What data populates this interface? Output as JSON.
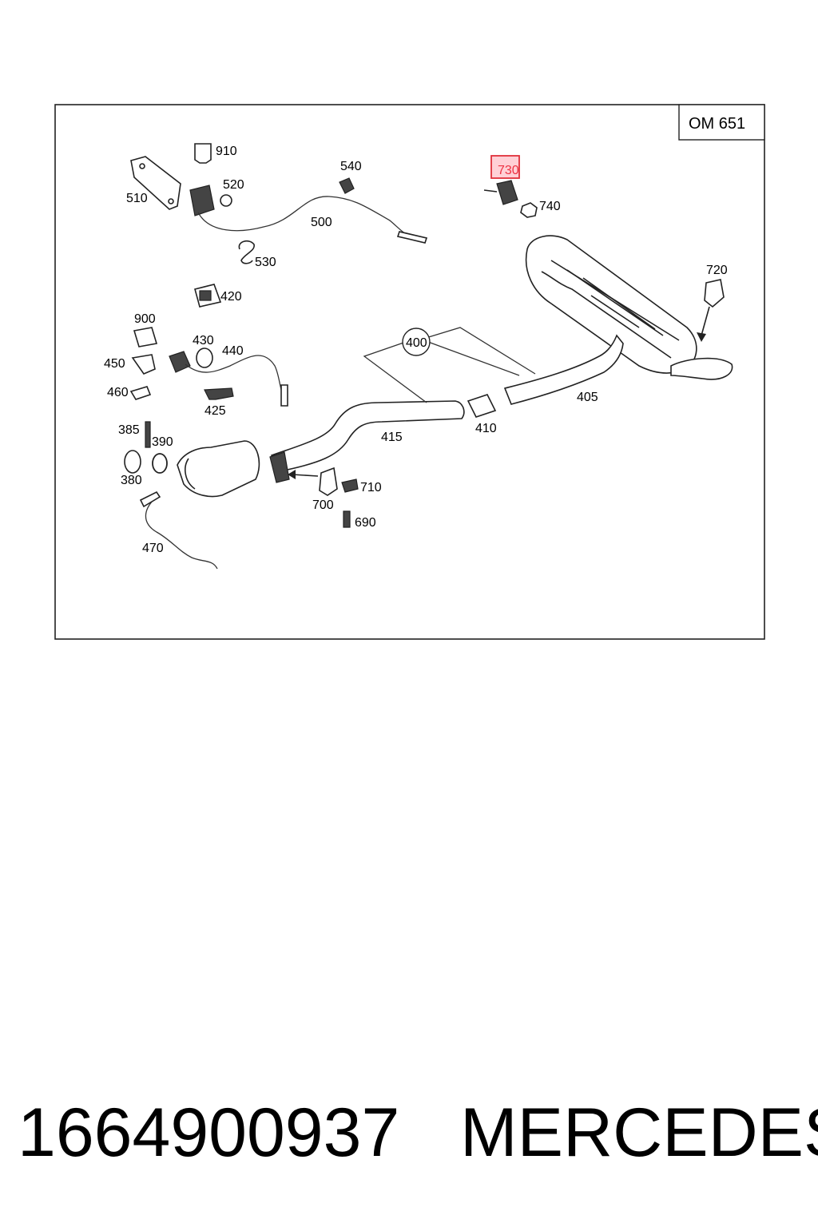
{
  "engine_label": "OM 651",
  "highlighted_label": "730",
  "callouts": {
    "c910": "910",
    "c520": "520",
    "c540": "540",
    "c510": "510",
    "c500": "500",
    "c530": "530",
    "c740": "740",
    "c420": "420",
    "c720": "720",
    "c900": "900",
    "c430": "430",
    "c440": "440",
    "c450": "450",
    "c460": "460",
    "c425": "425",
    "c400": "400",
    "c405": "405",
    "c410": "410",
    "c415": "415",
    "c385": "385",
    "c390": "390",
    "c380": "380",
    "c710": "710",
    "c700": "700",
    "c690": "690",
    "c470": "470"
  },
  "footer": {
    "part_number": "1664900937",
    "brand": "MERCEDES"
  },
  "colors": {
    "highlight_border": "#e0303a",
    "highlight_fill": "#ffd0d6"
  }
}
